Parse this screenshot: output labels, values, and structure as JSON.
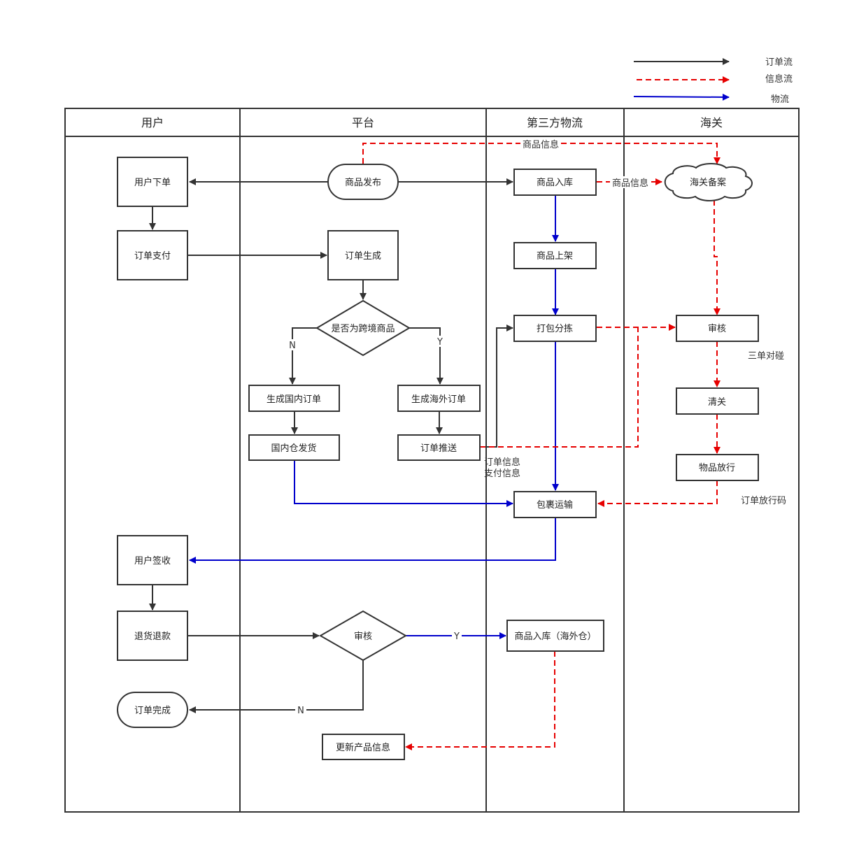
{
  "legend": {
    "order_flow": "订单流",
    "info_flow": "信息流",
    "logistics_flow": "物流"
  },
  "colors": {
    "order_flow": "#333333",
    "info_flow": "#e60000",
    "logistics_flow": "#0000cc"
  },
  "lanes": [
    "用户",
    "平台",
    "第三方物流",
    "海关"
  ],
  "nodes": {
    "user_order": "用户下单",
    "order_pay": "订单支付",
    "user_sign": "用户签收",
    "return_refund": "退货退款",
    "order_complete": "订单完成",
    "goods_publish": "商品发布",
    "order_generate": "订单生成",
    "is_crossborder": "是否为跨境商品",
    "domestic_order": "生成国内订单",
    "overseas_order": "生成海外订单",
    "domestic_ship": "国内仓发货",
    "order_push": "订单推送",
    "review_platform": "审核",
    "update_product": "更新产品信息",
    "goods_instock": "商品入库",
    "goods_shelf": "商品上架",
    "pack_sort": "打包分拣",
    "parcel_transport": "包裹运输",
    "instock_overseas": "商品入库（海外仓）",
    "customs_record": "海关备案",
    "customs_review": "审核",
    "clearance": "清关",
    "release": "物品放行"
  },
  "labels": {
    "goods_info_top": "商品信息",
    "goods_info_mid": "商品信息",
    "no": "N",
    "yes": "Y",
    "order_info": "订单信息",
    "pay_info": "支付信息",
    "three_match": "三单对碰",
    "release_code": "订单放行码",
    "yes_return": "Y",
    "no_return": "N"
  }
}
